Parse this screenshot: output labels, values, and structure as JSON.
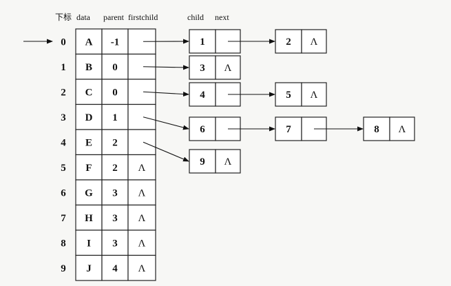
{
  "headers": {
    "index": "下标",
    "data": "data",
    "parent": "parent",
    "firstchild": "firstchild",
    "child": "child",
    "next": "next"
  },
  "table_rows": [
    {
      "index": "0",
      "data": "A",
      "parent": "-1",
      "firstchild": "",
      "has_pointer": true
    },
    {
      "index": "1",
      "data": "B",
      "parent": "0",
      "firstchild": "",
      "has_pointer": true
    },
    {
      "index": "2",
      "data": "C",
      "parent": "0",
      "firstchild": "",
      "has_pointer": true
    },
    {
      "index": "3",
      "data": "D",
      "parent": "1",
      "firstchild": "",
      "has_pointer": true
    },
    {
      "index": "4",
      "data": "E",
      "parent": "2",
      "firstchild": "",
      "has_pointer": true
    },
    {
      "index": "5",
      "data": "F",
      "parent": "2",
      "firstchild": "Λ",
      "has_pointer": false
    },
    {
      "index": "6",
      "data": "G",
      "parent": "3",
      "firstchild": "Λ",
      "has_pointer": false
    },
    {
      "index": "7",
      "data": "H",
      "parent": "3",
      "firstchild": "Λ",
      "has_pointer": false
    },
    {
      "index": "8",
      "data": "I",
      "parent": "3",
      "firstchild": "Λ",
      "has_pointer": false
    },
    {
      "index": "9",
      "data": "J",
      "parent": "4",
      "firstchild": "Λ",
      "has_pointer": false
    }
  ],
  "child_lists": [
    {
      "owner": "A",
      "nodes": [
        {
          "child": "1",
          "next": ""
        },
        {
          "child": "2",
          "next": "Λ"
        }
      ]
    },
    {
      "owner": "B",
      "nodes": [
        {
          "child": "3",
          "next": "Λ"
        }
      ]
    },
    {
      "owner": "C",
      "nodes": [
        {
          "child": "4",
          "next": ""
        },
        {
          "child": "5",
          "next": "Λ"
        }
      ]
    },
    {
      "owner": "D",
      "nodes": [
        {
          "child": "6",
          "next": ""
        },
        {
          "child": "7",
          "next": ""
        },
        {
          "child": "8",
          "next": "Λ"
        }
      ]
    },
    {
      "owner": "E",
      "nodes": [
        {
          "child": "9",
          "next": "Λ"
        }
      ]
    }
  ],
  "colors": {
    "line": "#111111",
    "box_fill": "#ffffff",
    "background": "#f7f7f5"
  }
}
